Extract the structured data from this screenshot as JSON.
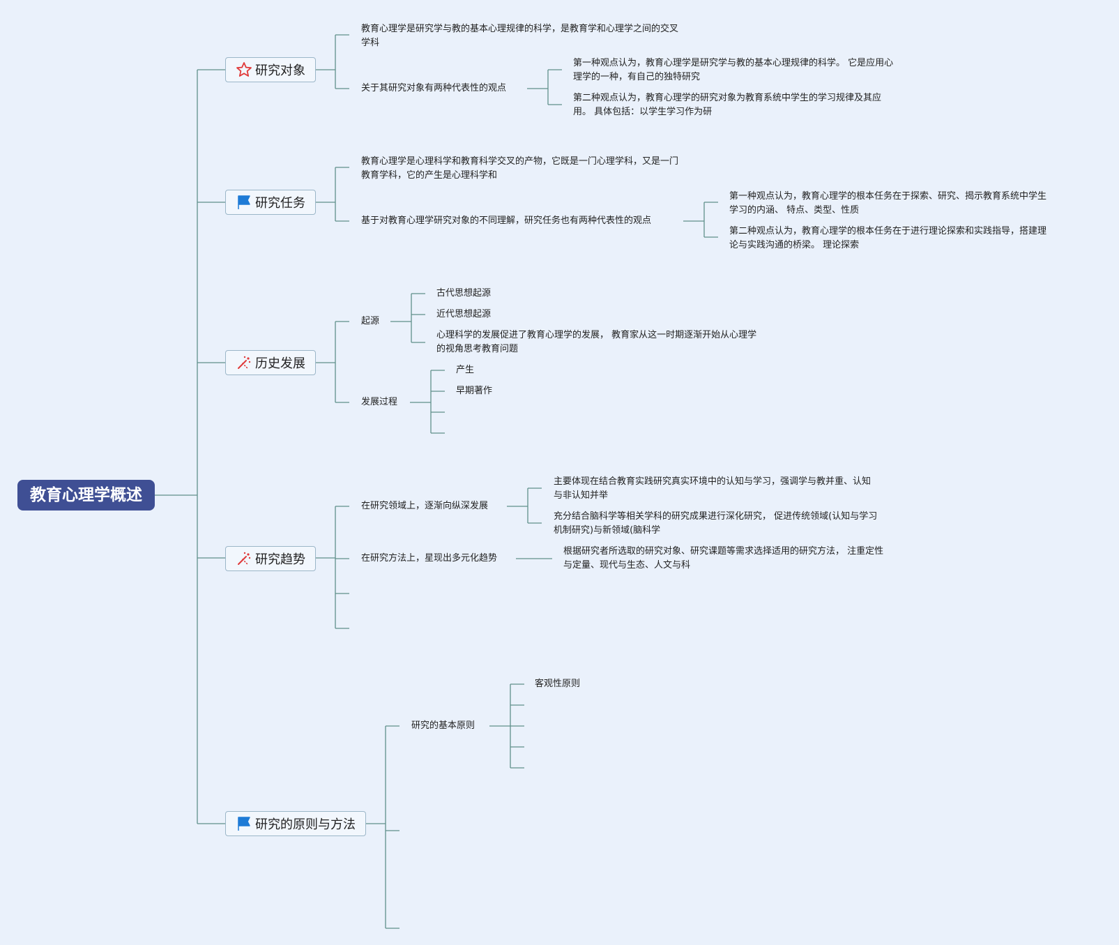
{
  "root": {
    "title": "教育心理学概述"
  },
  "colors": {
    "background": "#eaf1fb",
    "root_fill": "#3f4f94",
    "line": "#5f8f8a",
    "branch_border": "#9bb6c8"
  },
  "branches": {
    "b1": {
      "label": "研究对象",
      "icon": "star-icon",
      "t1": [
        "教育心理学是研究学与教的基本心理规律的科学，是教育学和心理学之间的交叉",
        "学科"
      ],
      "t2": "关于其研究对象有两种代表性的观点",
      "t3": [
        "第一种观点认为，教育心理学是研究学与教的基本心理规律的科学。 它是应用心",
        "理学的一种，有自己的独特研究"
      ],
      "t4": [
        "第二种观点认为，教育心理学的研究对象为教育系统中学生的学习规律及其应",
        "用。 具体包括：以学生学习作为研"
      ]
    },
    "b2": {
      "label": "研究任务",
      "icon": "flag-icon",
      "t1": [
        "教育心理学是心理科学和教育科学交叉的产物，它既是一门心理学科，又是一门",
        "教育学科，它的产生是心理科学和"
      ],
      "t2": "基于对教育心理学研究对象的不同理解，研究任务也有两种代表性的观点",
      "t3": [
        "第一种观点认为，教育心理学的根本任务在于探索、研究、揭示教育系统中学生",
        "学习的内涵、 特点、类型、性质"
      ],
      "t4": [
        "第二种观点认为，教育心理学的根本任务在于进行理论探索和实践指导，搭建理",
        "论与实践沟通的桥梁。 理论探索"
      ]
    },
    "b3": {
      "label": "历史发展",
      "icon": "sparkle-icon",
      "t1": "起源",
      "t2": "古代思想起源",
      "t3": "近代思想起源",
      "t4": [
        "心理科学的发展促进了教育心理学的发展， 教育家从这一时期逐渐开始从心理学",
        "的视角思考教育问题"
      ],
      "t5": "发展过程",
      "t6": "产生",
      "t7": "早期著作"
    },
    "b4": {
      "label": "研究趋势",
      "icon": "sparkle-icon",
      "t1": "在研究领域上，逐渐向纵深发展",
      "t2": [
        "主要体现在结合教育实践研究真实环境中的认知与学习，强调学与教并重、认知",
        "与非认知并举"
      ],
      "t3": [
        "充分结合脑科学等相关学科的研究成果进行深化研究， 促进传统领域(认知与学习",
        "机制研究)与新领域(脑科学"
      ],
      "t4": "在研究方法上，星现出多元化趋势",
      "t5": [
        "根据研究者所选取的研究对象、研究课题等需求选择适用的研究方法， 注重定性",
        "与定量、现代与生态、人文与科"
      ]
    },
    "b5": {
      "label": "研究的原则与方法",
      "icon": "flag-icon",
      "t1": "研究的基本原则",
      "t2": "客观性原则"
    }
  }
}
